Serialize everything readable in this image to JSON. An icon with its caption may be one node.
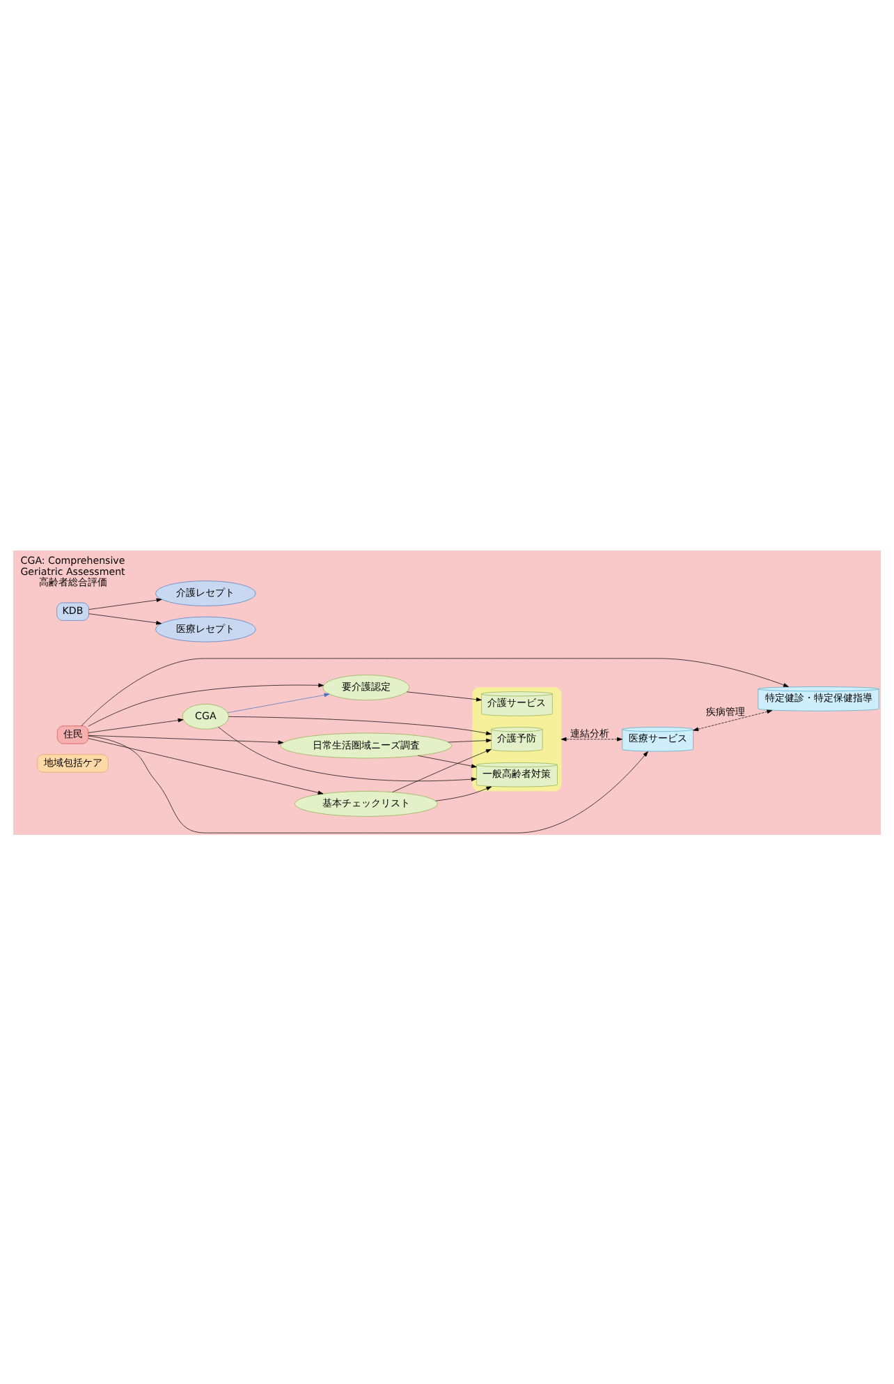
{
  "diagram": {
    "nodes": [
      {
        "text": [
          "地域包括ケア"
        ]
      },
      {
        "text": [],
        "shape": "box"
      },
      {
        "text": [
          "一般高齢者対策"
        ],
        "in": 1
      },
      {
        "text": [
          "介護予防"
        ],
        "in": 1
      },
      {
        "text": [
          "介護サービス"
        ],
        "in": 1
      },
      {
        "text": [
          "基本チェックリスト"
        ]
      },
      {
        "text": [
          "日常生活圏域ニーズ調査"
        ]
      },
      {
        "text": [
          "CGA"
        ]
      },
      {
        "text": [
          "要介護認定"
        ]
      },
      {
        "text": [
          "住民"
        ]
      },
      {
        "text": [
          "特定健診・特定保健指導"
        ]
      },
      {
        "text": [
          "医療サービス"
        ]
      },
      {
        "text": [
          "介護レセプト"
        ]
      },
      {
        "text": [
          "KDB"
        ]
      },
      {
        "text": [
          "医療レセプト"
        ]
      }
    ],
    "edges": [
      {
        "from": 9,
        "to": 5,
        "arrow": "to"
      },
      {
        "from": 9,
        "to": 6,
        "arrow": "to"
      },
      {
        "from": 9,
        "to": 7,
        "arrow": "to"
      },
      {
        "from": 9,
        "to": 8,
        "arrow": "to"
      },
      {
        "from": 9,
        "to": 11,
        "arrow": "to"
      },
      {
        "from": 9,
        "to": 10,
        "arrow": "to"
      },
      {
        "from": 5,
        "to": 2,
        "arrow": "to"
      },
      {
        "from": 5,
        "to": 3,
        "arrow": "to"
      },
      {
        "from": 6,
        "to": 2,
        "arrow": "to"
      },
      {
        "from": 6,
        "to": 3,
        "arrow": "to"
      },
      {
        "from": 7,
        "to": 2,
        "arrow": "to"
      },
      {
        "from": 7,
        "to": 3,
        "arrow": "to"
      },
      {
        "from": 7,
        "to": 8,
        "arrow": "to",
        "color": "#4472c4"
      },
      {
        "from": 8,
        "to": 4,
        "arrow": "to"
      },
      {
        "from": 1,
        "to": 11,
        "arrow": "both",
        "style": "dashed",
        "label": "連結分析"
      },
      {
        "from": 11,
        "to": 10,
        "arrow": "both",
        "style": "dashed",
        "label": "疾病管理"
      },
      {
        "from": 13,
        "to": 12,
        "arrow": "to"
      },
      {
        "from": 13,
        "to": 14,
        "arrow": "to"
      }
    ],
    "labels": [
      "CGA: Comprehensive Geriatric Assessment 高齢者総合評価"
    ]
  }
}
